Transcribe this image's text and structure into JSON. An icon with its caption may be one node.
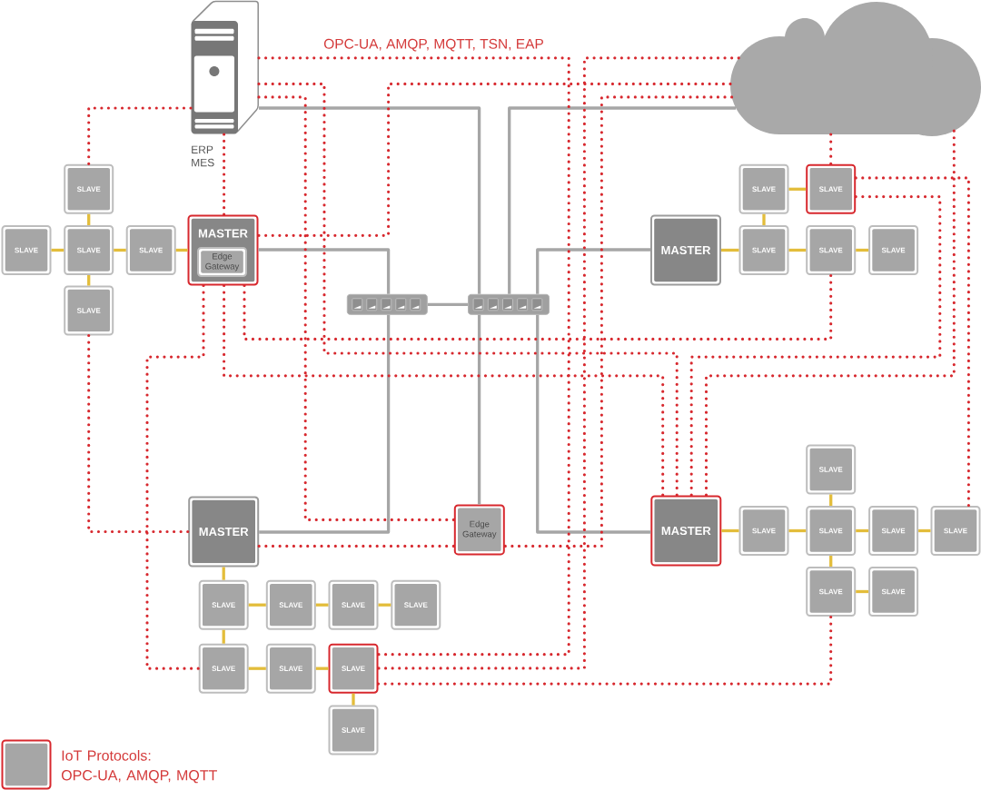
{
  "diagram": {
    "nodes": [
      {
        "text": [],
        "shape": "picture",
        "beside": [
          "ERP MES"
        ]
      },
      {
        "text": [],
        "shape": "cloud"
      },
      {
        "text": [
          "SLAVE"
        ]
      },
      {
        "text": [
          "SLAVE"
        ]
      },
      {
        "text": [
          "SLAVE"
        ]
      },
      {
        "text": [
          "SLAVE"
        ]
      },
      {
        "text": [
          "SLAVE"
        ]
      },
      {
        "text": [
          "SLAVE"
        ]
      },
      {
        "text": [
          "MASTER"
        ]
      },
      {
        "text": [
          "Edge Gateway"
        ],
        "in": 8
      },
      {
        "text": [
          "MASTER"
        ]
      },
      {
        "text": [
          "SLAVE"
        ]
      },
      {
        "text": [
          "SLAVE"
        ]
      },
      {
        "text": [
          "SLAVE"
        ]
      },
      {
        "text": [],
        "shape": "picture"
      },
      {
        "text": [],
        "shape": "picture"
      },
      {
        "text": [
          "SLAVE"
        ]
      },
      {
        "text": [
          "SLAVE"
        ]
      },
      {
        "text": [
          "MASTER"
        ]
      },
      {
        "text": [
          "Edge Gateway"
        ]
      },
      {
        "text": [
          "MASTER"
        ]
      },
      {
        "text": [
          "SLAVE"
        ]
      },
      {
        "text": [
          "SLAVE"
        ]
      },
      {
        "text": [
          "SLAVE"
        ]
      },
      {
        "text": [
          "SLAVE"
        ]
      },
      {
        "text": [
          "SLAVE"
        ]
      },
      {
        "text": [
          "SLAVE"
        ]
      },
      {
        "text": [
          "SLAVE"
        ]
      },
      {
        "text": [
          "SLAVE"
        ]
      },
      {
        "text": [
          "SLAVE"
        ]
      },
      {
        "text": [
          "SLAVE"
        ]
      },
      {
        "text": [
          "SLAVE"
        ]
      },
      {
        "text": [
          "SLAVE"
        ]
      },
      {
        "text": [
          "SLAVE"
        ]
      },
      {
        "text": [
          "SLAVE"
        ]
      }
    ],
    "edges": [
      {
        "from": 2,
        "to": 6,
        "arrow": "none"
      },
      {
        "from": 5,
        "to": 6,
        "arrow": "none"
      },
      {
        "from": 6,
        "to": 7,
        "arrow": "none"
      },
      {
        "from": 7,
        "to": 8,
        "arrow": "none"
      },
      {
        "from": 6,
        "to": 16,
        "arrow": "none"
      },
      {
        "from": 3,
        "to": 4,
        "arrow": "none"
      },
      {
        "from": 3,
        "to": 11,
        "arrow": "none"
      },
      {
        "from": 10,
        "to": 11,
        "arrow": "none"
      },
      {
        "from": 11,
        "to": 12,
        "arrow": "none"
      },
      {
        "from": 12,
        "to": 13,
        "arrow": "none"
      },
      {
        "from": 17,
        "to": 22,
        "arrow": "none"
      },
      {
        "from": 20,
        "to": 21,
        "arrow": "none"
      },
      {
        "from": 21,
        "to": 22,
        "arrow": "none"
      },
      {
        "from": 22,
        "to": 23,
        "arrow": "none"
      },
      {
        "from": 23,
        "to": 24,
        "arrow": "none"
      },
      {
        "from": 22,
        "to": 25,
        "arrow": "none"
      },
      {
        "from": 25,
        "to": 26,
        "arrow": "none"
      },
      {
        "from": 18,
        "to": 27,
        "arrow": "none"
      },
      {
        "from": 27,
        "to": 28,
        "arrow": "none"
      },
      {
        "from": 28,
        "to": 29,
        "arrow": "none"
      },
      {
        "from": 29,
        "to": 30,
        "arrow": "none"
      },
      {
        "from": 27,
        "to": 31,
        "arrow": "none"
      },
      {
        "from": 31,
        "to": 32,
        "arrow": "none"
      },
      {
        "from": 32,
        "to": 33,
        "arrow": "none"
      },
      {
        "from": 33,
        "to": 34,
        "arrow": "none"
      },
      {
        "from": 0,
        "to": 15,
        "arrow": "none",
        "color": "#a6a6a6"
      },
      {
        "from": 1,
        "to": 15,
        "arrow": "none",
        "color": "#a6a6a6"
      },
      {
        "from": 8,
        "to": 14,
        "arrow": "none",
        "color": "#a6a6a6"
      },
      {
        "from": 10,
        "to": 15,
        "arrow": "none",
        "color": "#a6a6a6"
      },
      {
        "from": 14,
        "to": 15,
        "arrow": "none",
        "color": "#a6a6a6"
      },
      {
        "from": 14,
        "to": 18,
        "arrow": "none",
        "color": "#a6a6a6"
      },
      {
        "from": 15,
        "to": 19,
        "arrow": "none",
        "color": "#a6a6a6"
      },
      {
        "from": 15,
        "to": 20,
        "arrow": "none",
        "color": "#a6a6a6"
      },
      {
        "from": 0,
        "to": 2,
        "arrow": "none",
        "style": "dashed",
        "color": "#d7282e"
      },
      {
        "from": 0,
        "to": 8,
        "arrow": "none",
        "style": "dashed",
        "color": "#d7282e"
      },
      {
        "from": 0,
        "to": 20,
        "arrow": "none",
        "style": "dashed",
        "color": "#d7282e"
      },
      {
        "from": 0,
        "to": 19,
        "arrow": "none",
        "style": "dashed",
        "color": "#d7282e"
      },
      {
        "from": 0,
        "to": 33,
        "arrow": "none",
        "style": "dashed",
        "color": "#d7282e"
      },
      {
        "from": 1,
        "to": 8,
        "arrow": "none",
        "style": "dashed",
        "color": "#d7282e"
      },
      {
        "from": 1,
        "to": 33,
        "arrow": "none",
        "style": "dashed",
        "color": "#d7282e"
      },
      {
        "from": 1,
        "to": 19,
        "arrow": "none",
        "style": "dashed",
        "color": "#d7282e"
      },
      {
        "from": 1,
        "to": 4,
        "arrow": "none",
        "style": "dashed",
        "color": "#d7282e"
      },
      {
        "from": 1,
        "to": 20,
        "arrow": "none",
        "style": "dashed",
        "color": "#d7282e"
      },
      {
        "from": 4,
        "to": 24,
        "arrow": "none",
        "style": "dashed",
        "color": "#d7282e"
      },
      {
        "from": 4,
        "to": 20,
        "arrow": "none",
        "style": "dashed",
        "color": "#d7282e"
      },
      {
        "from": 8,
        "to": 12,
        "arrow": "none",
        "style": "dashed",
        "color": "#d7282e"
      },
      {
        "from": 8,
        "to": 20,
        "arrow": "none",
        "style": "dashed",
        "color": "#d7282e"
      },
      {
        "from": 8,
        "to": 31,
        "arrow": "none",
        "style": "dashed",
        "color": "#d7282e"
      },
      {
        "from": 16,
        "to": 18,
        "arrow": "none",
        "style": "dashed",
        "color": "#d7282e"
      },
      {
        "from": 18,
        "to": 19,
        "arrow": "none",
        "style": "dashed",
        "color": "#d7282e"
      },
      {
        "from": 33,
        "to": 25,
        "arrow": "none",
        "style": "dashed",
        "color": "#d7282e"
      }
    ],
    "labels": [
      "OPC-UA, AMQP, MQTT, TSN, EAP"
    ],
    "legend": [
      {
        "text": "IoT Protocols: OPC-UA, AMQP, MQTT"
      }
    ]
  }
}
